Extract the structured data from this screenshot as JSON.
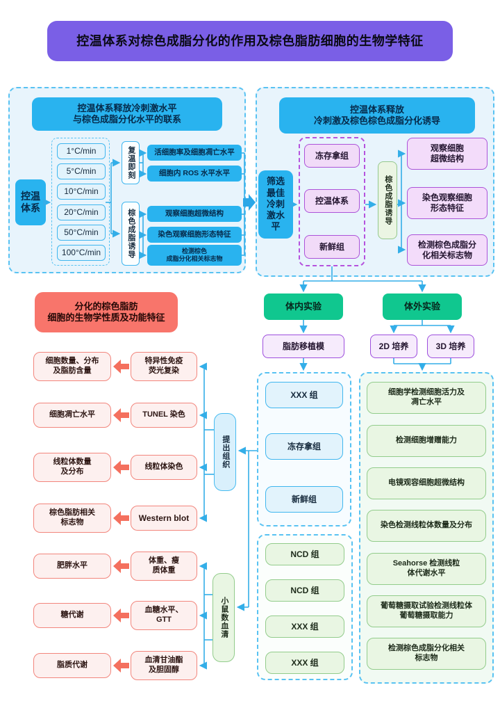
{
  "title": "控温体系对棕色成脂分化的作用及棕色脂肪细胞的生物学特征",
  "colors": {
    "title_bg": "#7A5FE6",
    "panel_border": "#58C2F2",
    "cyan": "#29B3EF",
    "purple_border": "#AC52D8",
    "emerald": "#10C78F",
    "salmon_header": "#F8756B",
    "green_border": "#92CC8B",
    "arrow_blue": "#33AEE8",
    "arrow_red": "#F4705E"
  },
  "left_panel": {
    "header": "控温体系释放冷刺激水平\n与棕色成脂分化水平的联系",
    "source": "控温\n体系",
    "rates": [
      "1°C/min",
      "5°C/min",
      "10°C/min",
      "20°C/min",
      "50°C/min",
      "100°C/min"
    ],
    "branch_top": "复温即刻",
    "branch_bottom": "棕色成脂诱导",
    "outputs_top": [
      "活细胞率及细胞凋亡水平",
      "细胞内 ROS 水平水平"
    ],
    "outputs_bottom": [
      "观察细胞超微结构",
      "染色观察细胞形态特征",
      "检测棕色\n成脂分化相关标志物"
    ]
  },
  "right_panel": {
    "header": "控温体系释放\n冷刺激及棕色棕色成脂分化诱导",
    "selector": "筛选\n最佳\n冷刺\n激水\n平",
    "groups": [
      "冻存拿组",
      "控温体系",
      "新鲜组"
    ],
    "inducer": "棕色成脂诱导",
    "outputs": [
      "观察细胞\n超微结构",
      "染色观察细胞\n形态特征",
      "检测棕色成脂分\n化相关标志物"
    ]
  },
  "experiments": {
    "in_vivo": "体内实验",
    "in_vitro": "体外实验",
    "transplant_model": "脂肪移植模",
    "culture_2d": "2D 培养",
    "culture_3d": "3D 培养"
  },
  "bio": {
    "header": "分化的棕色脂肪\n细胞的生物学性质及功能特征",
    "tissue_hub": "提出组织",
    "serum_hub": "小鼠数血清",
    "rows": [
      {
        "outcome": "细胞数量、分布\n及脂肪含量",
        "method": "特异性免疫\n荧光复染"
      },
      {
        "outcome": "细胞凋亡水平",
        "method": "TUNEL 染色"
      },
      {
        "outcome": "线粒体数量\n及分布",
        "method": "线粒体染色"
      },
      {
        "outcome": "棕色脂肪相关\n标志物",
        "method": "Western blot"
      },
      {
        "outcome": "肥胖水平",
        "method": "体重、瘦\n质体重"
      },
      {
        "outcome": "糖代谢",
        "method": "血糖水平、\nGTT"
      },
      {
        "outcome": "脂质代谢",
        "method": "血清甘油酯\n及胆固醇"
      }
    ]
  },
  "invivo_groups_a": [
    "XXX 组",
    "冻存拿组",
    "新鲜组"
  ],
  "invivo_groups_b": [
    "NCD 组",
    "NCD 组",
    "XXX 组",
    "XXX 组"
  ],
  "vitro_assays": [
    "细胞学检测细胞活力及\n凋亡水平",
    "检测细胞增赠能力",
    "电镜观容细胞超微结构",
    "染色检测线粒体数量及分布",
    "Seahorse 检测线粒\n体代谢水平",
    "葡萄糖摄取试验检测线粒体\n葡萄糖摄取能力",
    "检测棕色成脂分化相关\n标志物"
  ]
}
